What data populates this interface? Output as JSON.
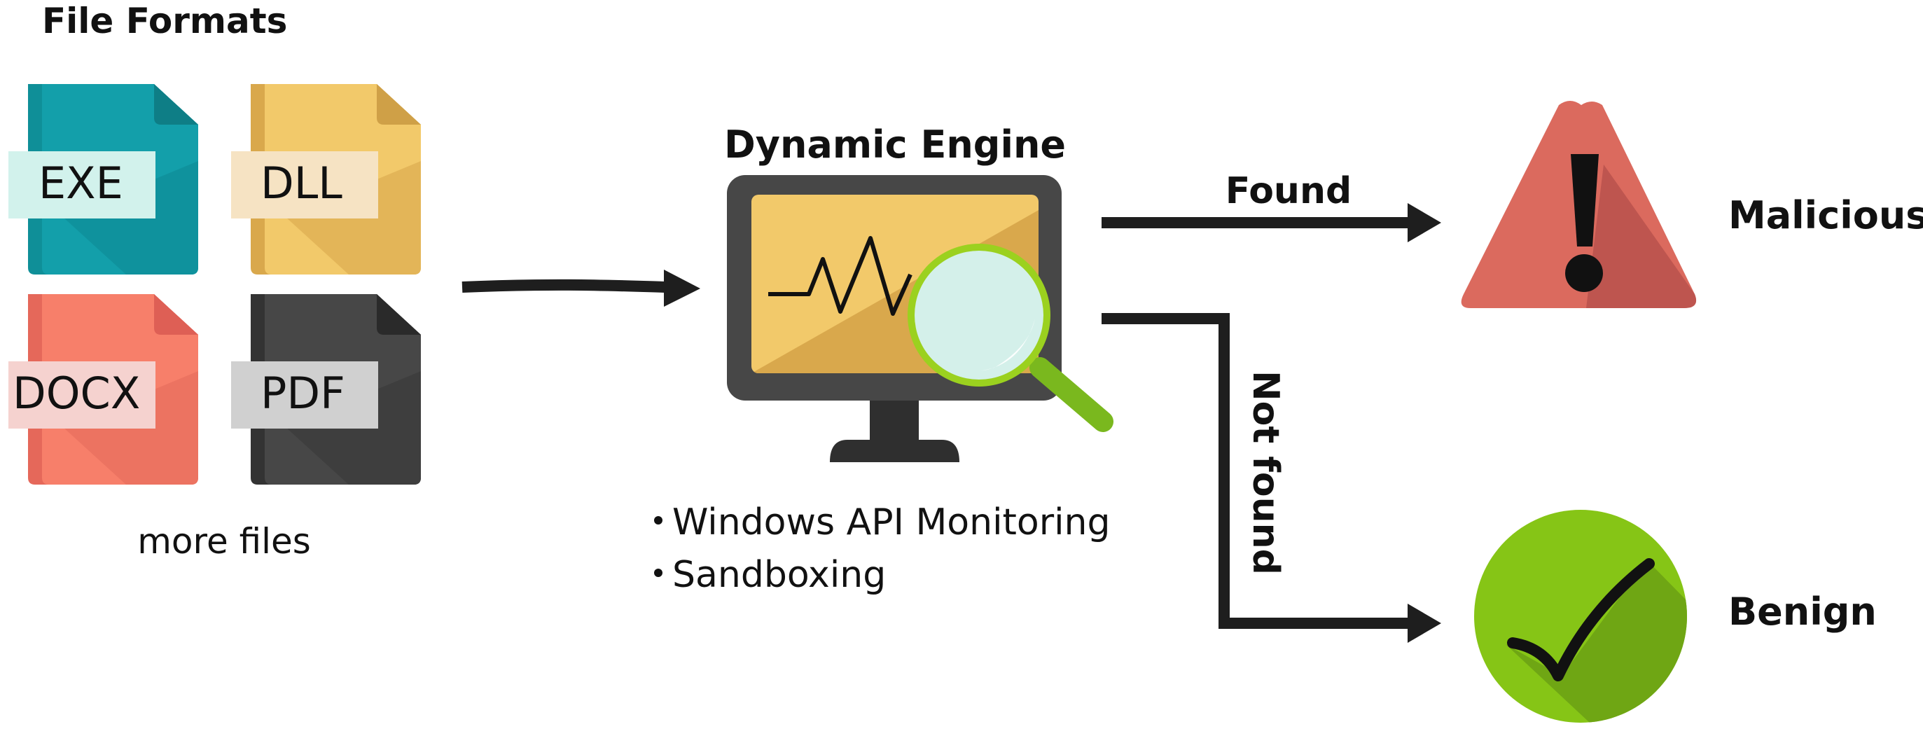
{
  "file_formats": {
    "title": "File Formats",
    "files": [
      {
        "label": "EXE",
        "color": "#139FAA",
        "label_bg": "#D2F2EC"
      },
      {
        "label": "DLL",
        "color": "#F2C96A",
        "label_bg": "#F6E3C3"
      },
      {
        "label": "DOCX",
        "color": "#F77F6A",
        "label_bg": "#F5D2CF"
      },
      {
        "label": "PDF",
        "color": "#474747",
        "label_bg": "#D0D0D0"
      }
    ],
    "more": "more files"
  },
  "engine": {
    "title": "Dynamic Engine",
    "bullets": [
      "Windows API Monitoring",
      "Sandboxing"
    ]
  },
  "edges": {
    "found": "Found",
    "not_found": "Not found"
  },
  "outcomes": {
    "malicious": {
      "label": "Malicious",
      "icon": "warning-triangle-icon",
      "color": "#DB6A5E"
    },
    "benign": {
      "label": "Benign",
      "icon": "check-circle-icon",
      "color": "#86C516"
    }
  }
}
